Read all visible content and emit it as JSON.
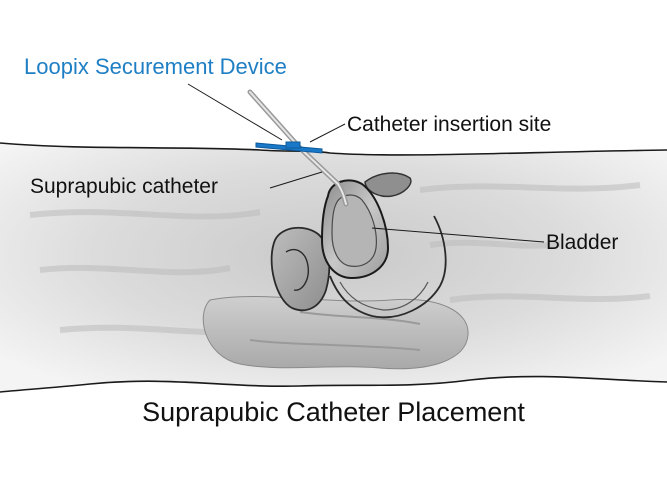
{
  "labels": {
    "device": "Loopix Securement Device",
    "insertion_site": "Catheter insertion site",
    "catheter": "Suprapubic catheter",
    "bladder": "Bladder"
  },
  "title": "Suprapubic Catheter Placement",
  "colors": {
    "device_label": "#1f7fc4",
    "device": "#1a78c8",
    "text": "#111111",
    "tissue": "#d6d6d6",
    "outline": "#1a1a1a"
  }
}
